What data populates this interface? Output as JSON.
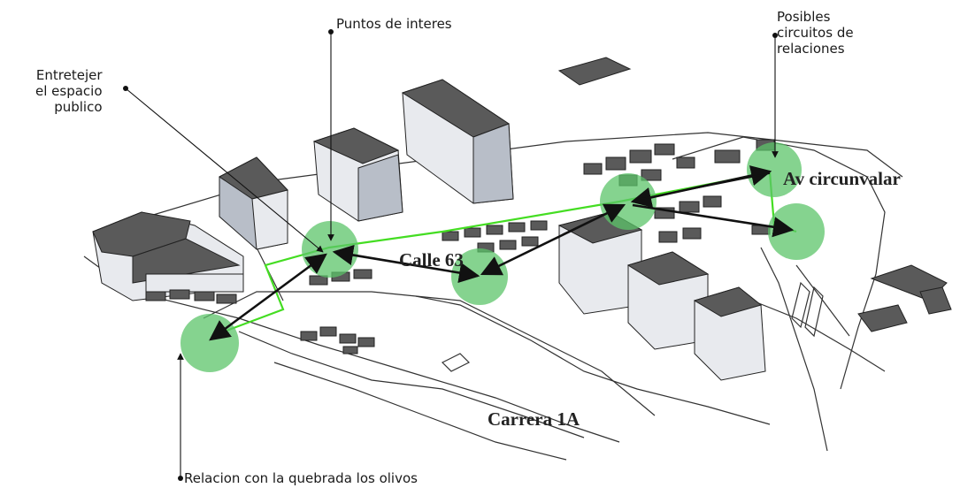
{
  "labels": {
    "puntos": "Puntos de interes",
    "posibles": "Posibles\ncircuitos de\nrelaciones",
    "entretejer": "Entretejer\nel espacio\npublico",
    "relacion": "Relacion con la quebrada los olivos"
  },
  "streets": {
    "av": "Av circunvalar",
    "calle": "Calle 63",
    "carrera": "Carrera 1A"
  },
  "colors": {
    "node_green": "#5cc46a",
    "path_green": "#44dd22",
    "arrow": "#111111",
    "building_dark": "#5a5a5a",
    "building_light": "#e8eaee"
  }
}
